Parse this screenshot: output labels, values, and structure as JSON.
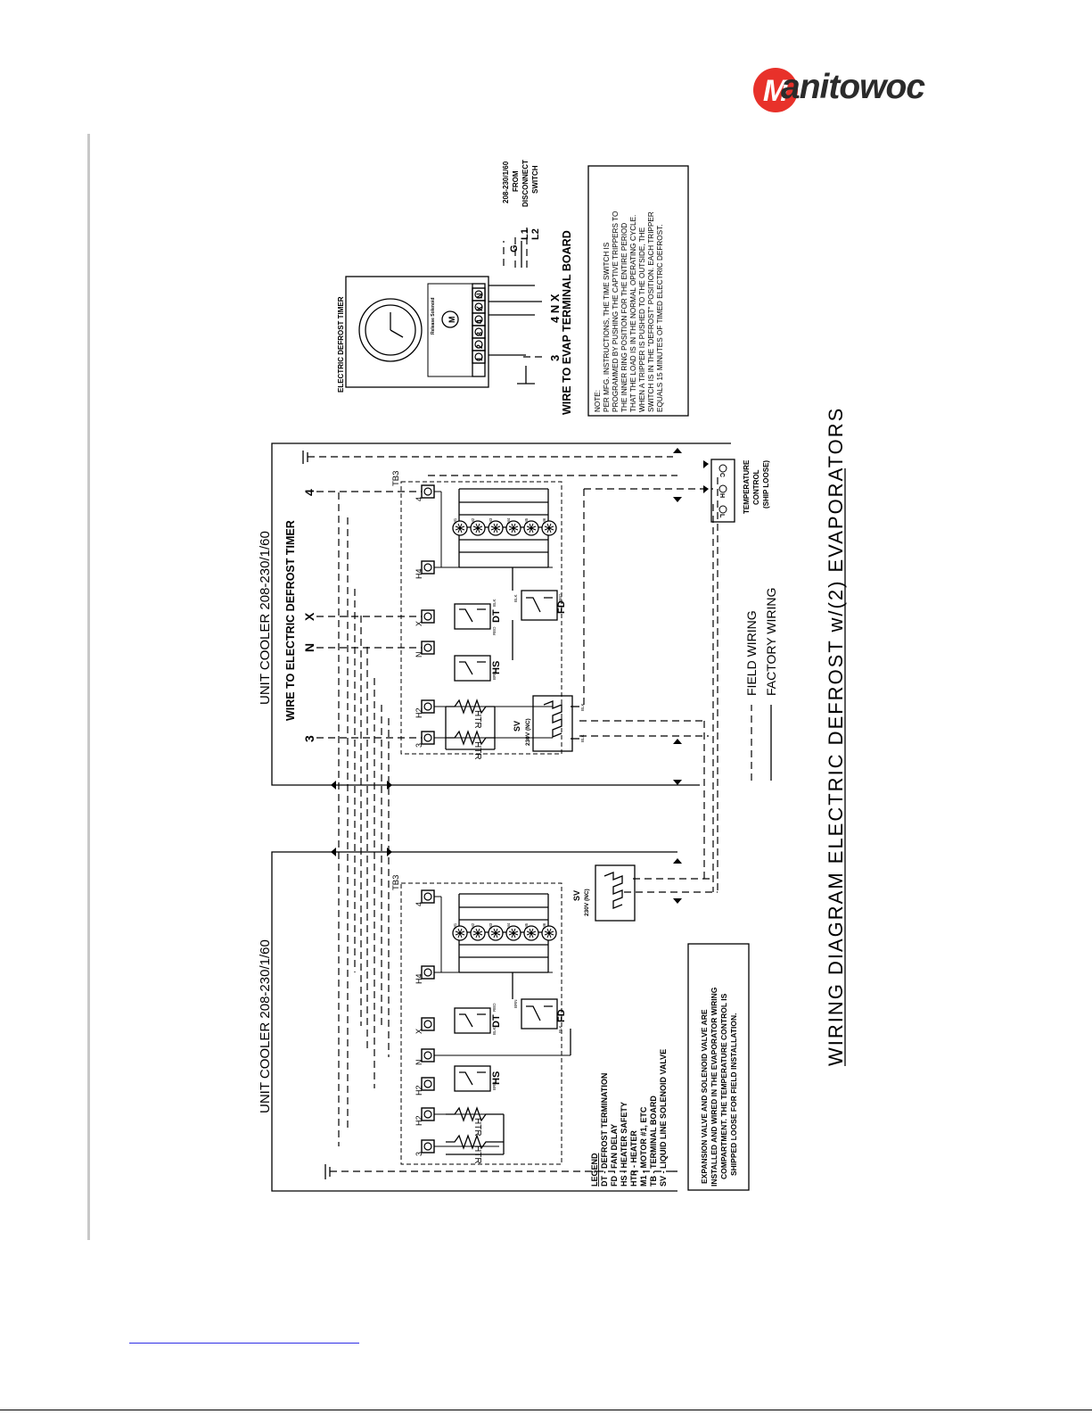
{
  "brand": {
    "name": "anitowoc",
    "mark": "M",
    "mark_color": "#e8312a",
    "text_color": "#2b2b2b"
  },
  "timer_section": {
    "title": "ELECTRIC DEFROST TIMER",
    "solenoid_label": "Release Solenoid",
    "motor_letter": "M",
    "terminal_digits": [
      "1",
      "2",
      "3",
      "4",
      "X",
      "N"
    ],
    "terminals_bottom": [
      "3",
      "4 N X"
    ],
    "supply_terminals": [
      "G",
      "L1",
      "L2"
    ],
    "supply_label": [
      "208-230/1/60",
      "FROM",
      "DISCONNECT",
      "SWITCH"
    ],
    "board_label": "WIRE TO EVAP TERMINAL BOARD"
  },
  "note": [
    "NOTE:",
    "PER MFG. INSTRUCTIONS, THE TIME SWITCH IS",
    "PROGRAMMED BY PUSHING THE CAPTIVE TRIPPERS TO",
    "THE INNER RING POSITION FOR THE ENTIRE PERIOD",
    "THAT THE LOAD IS IN THE NORMAL OPERATING CYCLE.",
    "WHEN A TRIPPER IS PUSHED TO THE OUTSIDE, THE",
    "SWITCH IS IN THE \"DEFROST\" POSITION. EACH TRIPPER",
    "EQUALS 15 MINUTES OF TIMED ELECTRIC DEFROST."
  ],
  "unit1": {
    "title": "UNIT COOLER 208-230/1/60",
    "subtitle": "WIRE TO ELECTRIC DEFROST TIMER",
    "wire_labels": [
      "3",
      "N",
      "X",
      "4"
    ],
    "tb_label": "TB3",
    "terminals": [
      "3",
      "H2",
      "N",
      "X",
      "H4",
      "4"
    ],
    "heater_labels": [
      "HTR",
      "HTR"
    ],
    "hs_label": "HS",
    "dt_label": "DT",
    "fd_label": "FD",
    "sv_label": "SV",
    "sv_rating": "230V (NC)",
    "motors": [
      "M1",
      "M2",
      "M3",
      "M4",
      "M5",
      "M6"
    ],
    "wire_codes": [
      "BLK",
      "RED",
      "BRN",
      "RED",
      "BLK",
      "BLK",
      "BLK"
    ]
  },
  "unit2": {
    "title": "UNIT COOLER 208-230/1/60",
    "tb_label": "TB3",
    "terminals": [
      "3",
      "H2",
      "H2",
      "N",
      "X",
      "H4",
      "4"
    ],
    "heater_labels": [
      "HTR",
      "HTR"
    ],
    "hs_label": "HS",
    "dt_label": "DT",
    "fd_label": "FD",
    "sv_label": "SV",
    "sv_rating": "230V (NC)",
    "motors": [
      "M1",
      "M2",
      "M3",
      "M4",
      "M5",
      "M6"
    ],
    "wire_codes": [
      "BRN",
      "BLK",
      "RED",
      "BRN",
      "BLK"
    ]
  },
  "temperature_control": {
    "label": [
      "TEMPERATURE",
      "CONTROL",
      "(SHIP LOOSE)"
    ],
    "terminals": [
      "C",
      "H",
      "L"
    ]
  },
  "wiring_legend": {
    "field": "FIELD WIRING",
    "factory": "FACTORY WIRING"
  },
  "legend": {
    "title": "LEGEND",
    "items": [
      "DT - DEFROST TERMINATION",
      "FD - FAN DELAY",
      "HS - HEATER SAFETY",
      "HTR - HEATER",
      "M1 - MOTOR #1, ETC",
      "TB - TERMINAL BOARD",
      "SV - LIQUID LINE SOLENOID VALVE"
    ]
  },
  "expansion_note": [
    "EXPANSION VALVE AND SOLENOID VALVE ARE",
    "INSTALLED AND WIRED IN THE EVAPORATOR WIRING",
    "COMPARTMENT. THE TEMPERATURE CONTROL IS",
    "SHIPPED LOOSE FOR FIELD INSTALLATION."
  ],
  "diagram_title": "WIRING DIAGRAM ELECTRIC DEFROST w/(2) EVAPORATORS"
}
